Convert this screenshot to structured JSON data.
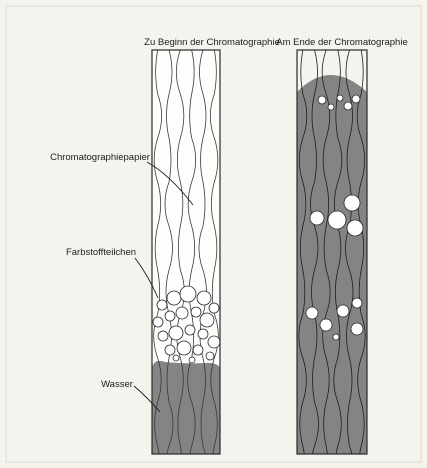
{
  "headings": {
    "start": "Zu Beginn der Chromatographie",
    "end": "Am Ende der Chromatographie"
  },
  "labels": {
    "paper": "Chromatographiepapier",
    "dye_particles": "Farbstoffteilchen",
    "water": "Wasser"
  },
  "colors": {
    "background": "#f4f3ee",
    "paper": "#fdfdfb",
    "wet_paper": "#848484",
    "outline": "#2a2a2a",
    "fibers": "#3a3a3a",
    "particle_fill": "#ffffff"
  }
}
